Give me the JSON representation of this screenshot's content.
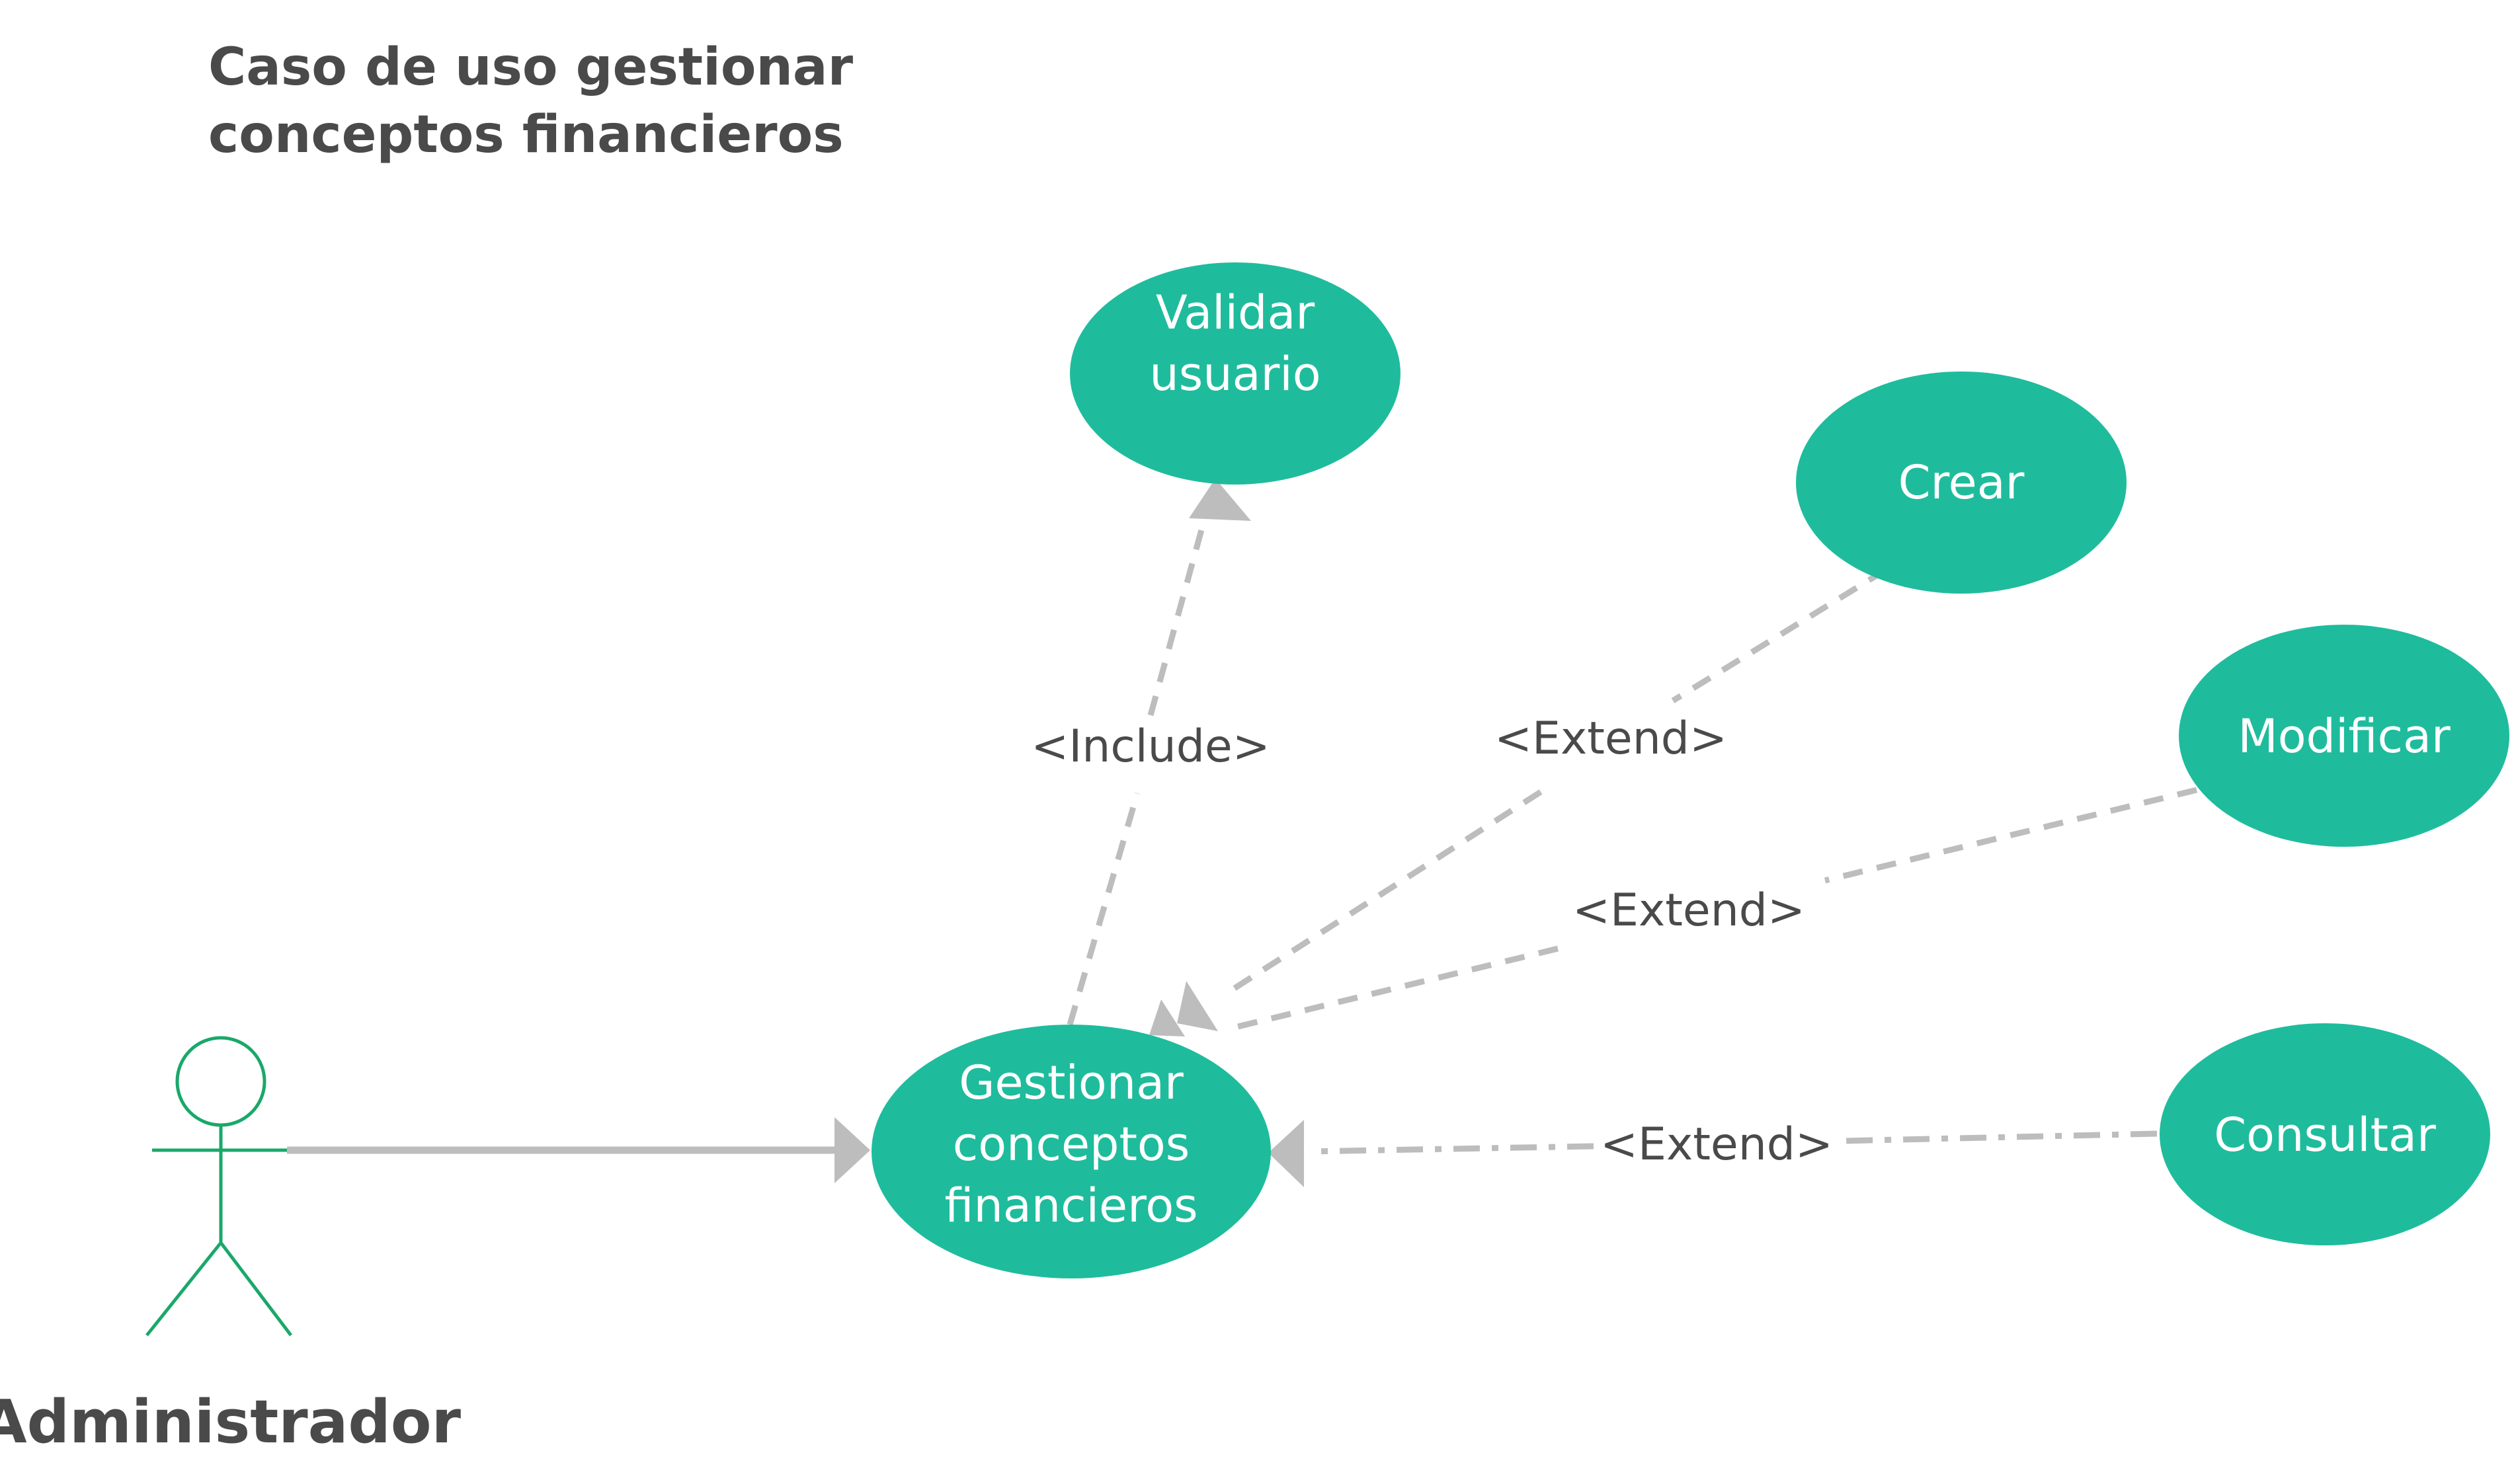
{
  "title": {
    "line1": "Caso de uso gestionar",
    "line2": "conceptos financieros"
  },
  "actor": {
    "label": "Administrador"
  },
  "use_cases": {
    "validar": {
      "line1": "Validar",
      "line2": "usuario"
    },
    "crear": {
      "line1": "Crear"
    },
    "modificar": {
      "line1": "Modificar"
    },
    "consultar": {
      "line1": "Consultar"
    },
    "gestionar": {
      "line1": "Gestionar",
      "line2": "conceptos",
      "line3": "financieros"
    }
  },
  "relations": {
    "include": "<Include>",
    "extend_crear": "<Extend>",
    "extend_modificar": "<Extend>",
    "extend_consultar": "<Extend>"
  },
  "colors": {
    "use_case_fill": "#1ebc9c",
    "use_case_text": "#ffffff",
    "actor_stroke": "#1aa86a",
    "connector": "#bdbdbd",
    "text": "#4a4a4a"
  }
}
